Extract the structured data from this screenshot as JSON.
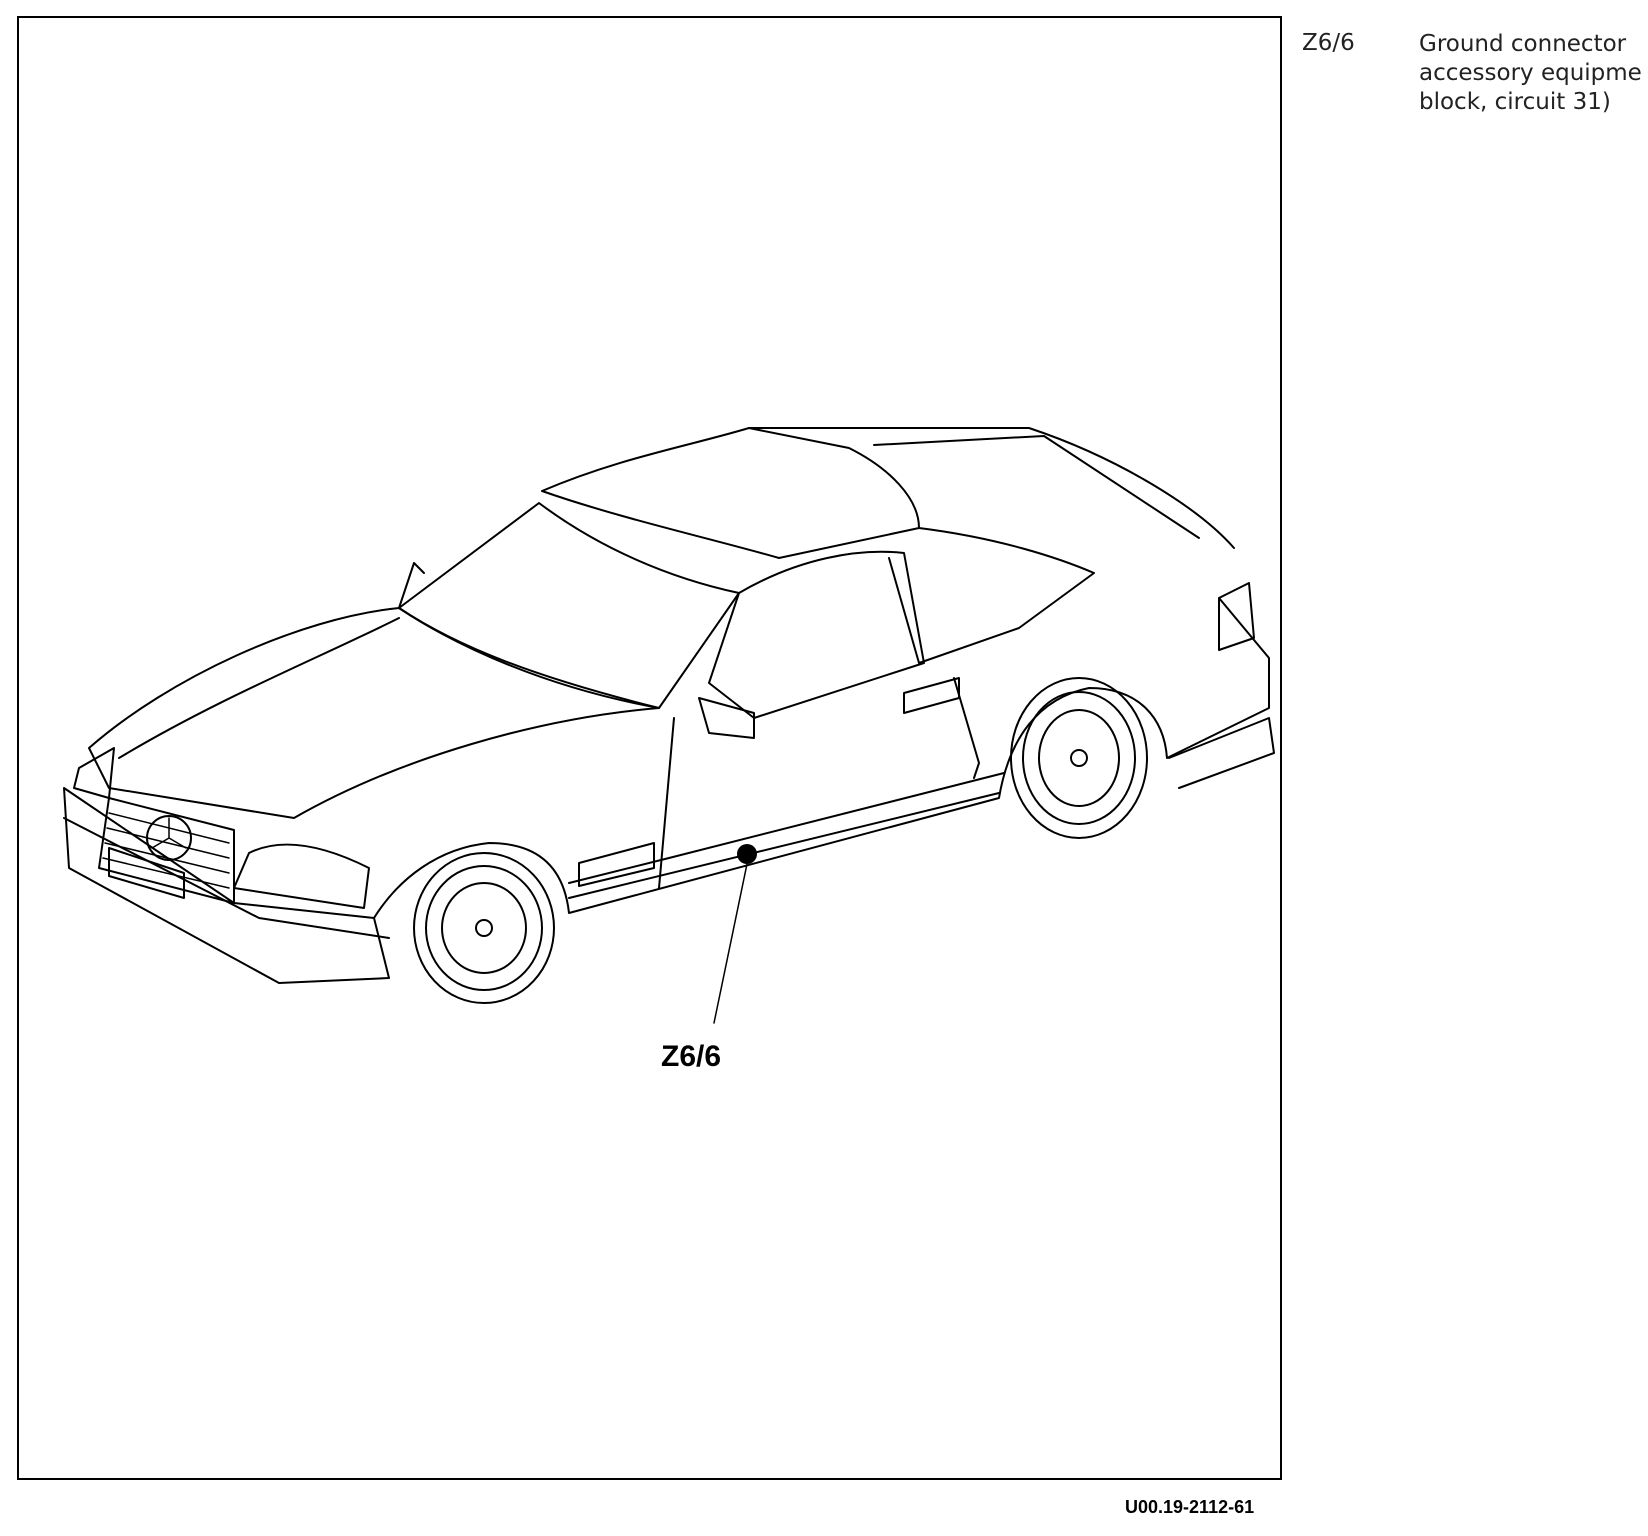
{
  "diagram": {
    "callout_label": "Z6/6",
    "figure_id": "U00.19-2112-61"
  },
  "legend": {
    "code": "Z6/6",
    "description_lines": [
      "Ground connector",
      "accessory equipme",
      "block, circuit 31)"
    ]
  }
}
